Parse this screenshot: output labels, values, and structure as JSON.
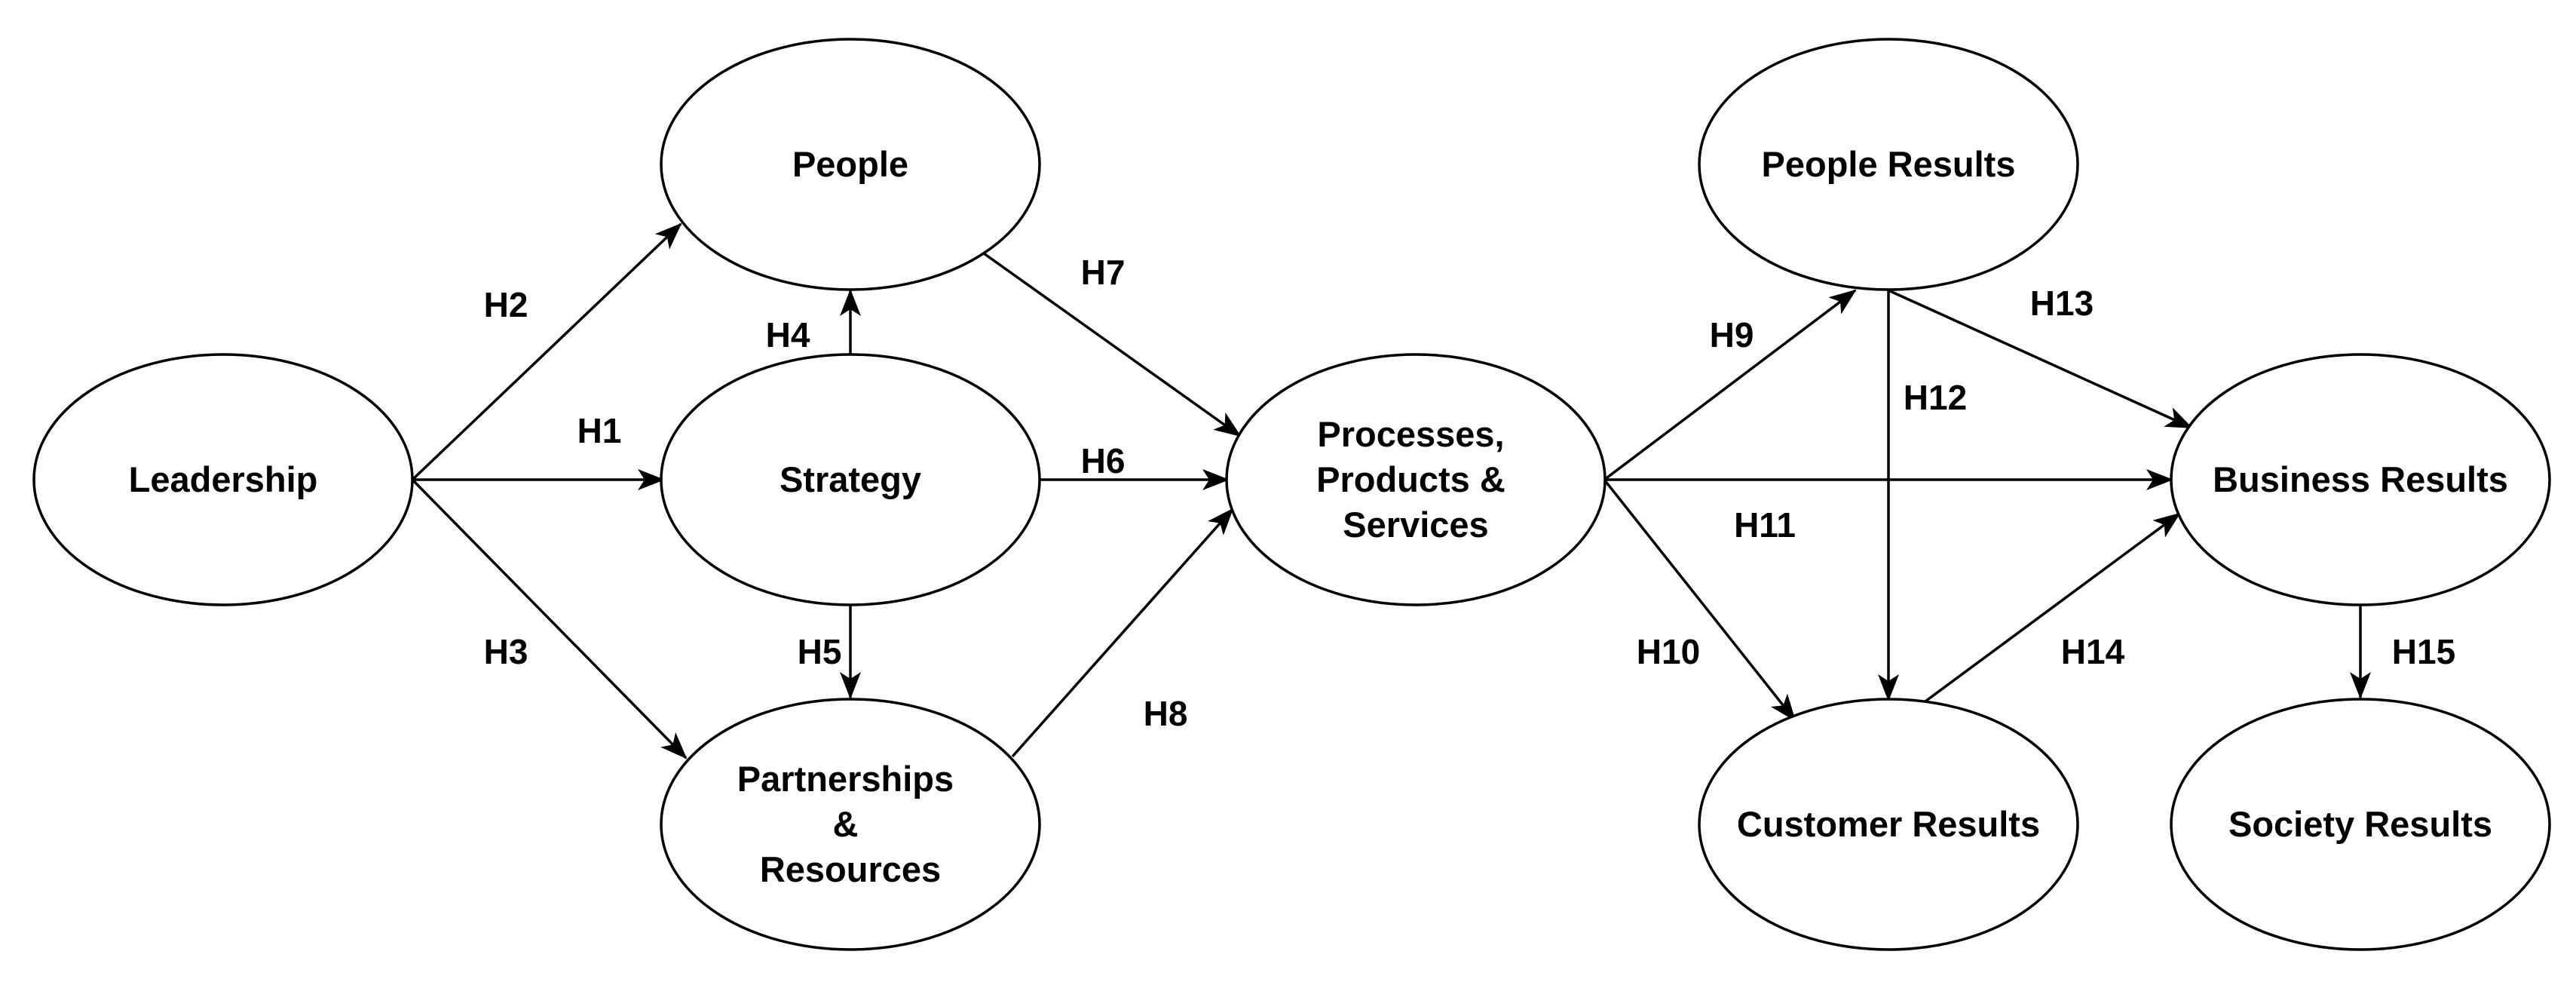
{
  "diagram": {
    "nodes": {
      "leadership": {
        "lines": [
          "Leadership"
        ]
      },
      "people": {
        "lines": [
          "People"
        ]
      },
      "strategy": {
        "lines": [
          "Strategy"
        ]
      },
      "partnerships": {
        "lines": [
          "Partnerships",
          "&",
          "Resources"
        ]
      },
      "processes": {
        "lines": [
          "Processes,",
          "Products &",
          "Services"
        ]
      },
      "people_results": {
        "lines": [
          "People Results"
        ]
      },
      "customer_results": {
        "lines": [
          "Customer Results"
        ]
      },
      "business_results": {
        "lines": [
          "Business Results"
        ]
      },
      "society_results": {
        "lines": [
          "Society Results"
        ]
      }
    },
    "edges": [
      {
        "id": "h1",
        "from": "leadership",
        "to": "strategy",
        "label": "H1"
      },
      {
        "id": "h2",
        "from": "leadership",
        "to": "people",
        "label": "H2"
      },
      {
        "id": "h3",
        "from": "leadership",
        "to": "partnerships",
        "label": "H3"
      },
      {
        "id": "h4",
        "from": "strategy",
        "to": "people",
        "label": "H4"
      },
      {
        "id": "h5",
        "from": "strategy",
        "to": "partnerships",
        "label": "H5"
      },
      {
        "id": "h6",
        "from": "strategy",
        "to": "processes",
        "label": "H6"
      },
      {
        "id": "h7",
        "from": "people",
        "to": "processes",
        "label": "H7"
      },
      {
        "id": "h8",
        "from": "partnerships",
        "to": "processes",
        "label": "H8"
      },
      {
        "id": "h9",
        "from": "processes",
        "to": "people_results",
        "label": "H9"
      },
      {
        "id": "h10",
        "from": "processes",
        "to": "customer_results",
        "label": "H10"
      },
      {
        "id": "h11",
        "from": "processes",
        "to": "business_results",
        "label": "H11"
      },
      {
        "id": "h12",
        "from": "people_results",
        "to": "customer_results",
        "label": "H12"
      },
      {
        "id": "h13",
        "from": "people_results",
        "to": "business_results",
        "label": "H13"
      },
      {
        "id": "h14",
        "from": "customer_results",
        "to": "business_results",
        "label": "H14"
      },
      {
        "id": "h15",
        "from": "business_results",
        "to": "society_results",
        "label": "H15"
      }
    ]
  }
}
